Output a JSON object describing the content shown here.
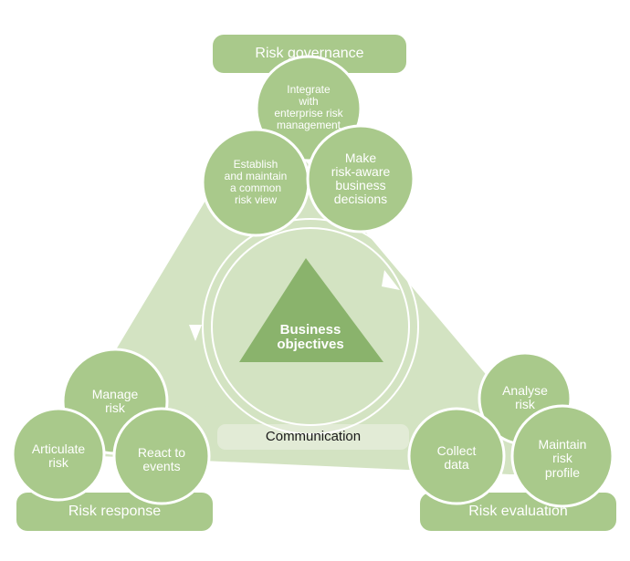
{
  "title_bars": {
    "top": "Risk governance",
    "left": "Risk response",
    "right": "Risk evaluation"
  },
  "top_circles": {
    "integrate": "Integrate\nwith\nenterprise risk\nmanagement",
    "establish": "Establish\nand maintain\na common\nrisk view",
    "decisions": "Make\nrisk-aware\nbusiness\ndecisions"
  },
  "left_circles": {
    "manage": "Manage\nrisk",
    "articulate": "Articulate\nrisk",
    "react": "React to\nevents"
  },
  "right_circles": {
    "analyse": "Analyse\nrisk",
    "collect": "Collect\ndata",
    "maintain": "Maintain\nrisk\nprofile"
  },
  "center": {
    "objectives": "Business\nobjectives",
    "communication": "Communication"
  },
  "colors": {
    "circle_fill": "#a9c98b",
    "bar_fill": "#a9c98b",
    "triangle_fill": "#d3e3c2",
    "center_triangle": "#8ab36c",
    "communication_bar": "#e2ebd6",
    "outline": "#ffffff"
  }
}
